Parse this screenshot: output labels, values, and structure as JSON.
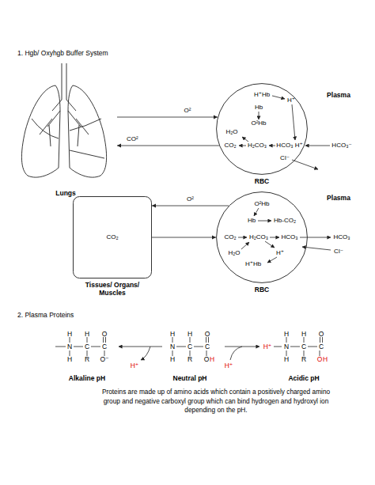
{
  "diagram": {
    "title": "1. Hgb/ Oxyhgb Buffer System",
    "caption": "Proteins are made up of amino acids which contain a positively charged amino group and negative carboxyl group which can bind hydrogen and hydroxyl ion depending on the pH.",
    "nodes": [
      {
        "text": [
          "Lungs"
        ]
      },
      {
        "text": [
          "RBC"
        ]
      },
      {
        "text": [
          "CO₂",
          "Tissues/ Organs/ Muscles"
        ]
      },
      {
        "text": [
          "RBC"
        ]
      }
    ],
    "edges": [
      {
        "from": 0,
        "to": 1,
        "arrow": "to",
        "label": "O²"
      },
      {
        "from": 1,
        "to": 0,
        "arrow": "to",
        "label": "CO²"
      },
      {
        "from": 3,
        "to": 2,
        "arrow": "to",
        "label": "O²"
      },
      {
        "from": 2,
        "to": 3,
        "arrow": "to"
      }
    ],
    "labels": [
      "Plasma",
      "H⁺Hb",
      "H⁺",
      "Hb",
      "O²Hb",
      "H₂O",
      "CO₂",
      "H₂CO₃",
      "HCO₃ H⁺",
      "Cl⁻",
      "HCO₃⁻",
      "Plasma",
      "O²Hb",
      "Hb",
      "Hb-CO₂",
      "CO₂",
      "H₂CO₃",
      "HCO₃",
      "HCO₃",
      "Cl⁻",
      "H⁺",
      "H⁺Hb",
      "H₂O",
      "2. Plasma Proteins",
      "H",
      "H",
      "O",
      "N",
      "C",
      "C",
      "H",
      "R",
      "O⁻",
      "H⁺",
      "Alkaline pH",
      "H",
      "H",
      "O",
      "N",
      "C",
      "C",
      "H",
      "R",
      "O",
      "H",
      "Neutral pH",
      "H⁺",
      "H⁺",
      "H",
      "H",
      "O",
      "N",
      "C",
      "C",
      "H",
      "R",
      "O",
      "H",
      "Acidic pH"
    ]
  }
}
